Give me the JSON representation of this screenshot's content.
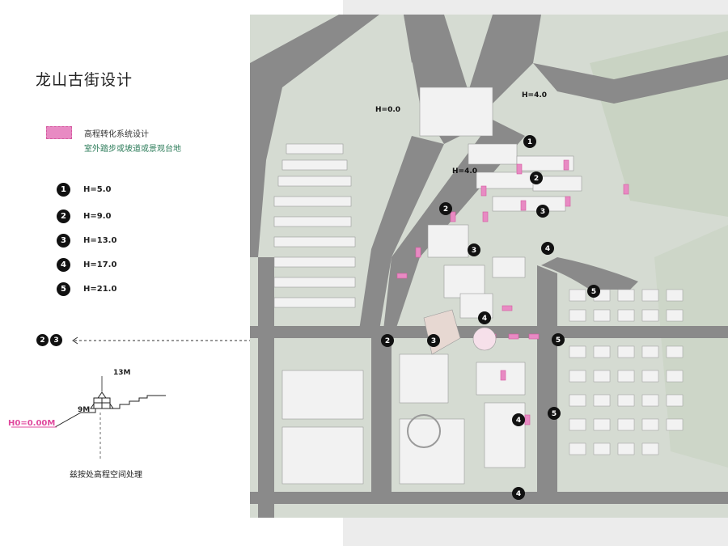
{
  "title": "龙山古街设计",
  "legend": {
    "swatch_color": "#e88ac3",
    "line1": "高程转化系统设计",
    "line2": "室外踏步或坡道或景观台地"
  },
  "heights": [
    {
      "num": "1",
      "label": "H=5.0"
    },
    {
      "num": "2",
      "label": "H=9.0"
    },
    {
      "num": "3",
      "label": "H=13.0"
    },
    {
      "num": "4",
      "label": "H=17.0"
    },
    {
      "num": "5",
      "label": "H=21.0"
    }
  ],
  "callout": {
    "a": "2",
    "b": "3"
  },
  "map_labels": {
    "h_left": "H=0.0",
    "h_right": "H=4.0",
    "h_center": "H=4.0"
  },
  "section": {
    "h13": "13M",
    "h9": "9M",
    "h0": "H0=0.00M",
    "caption": "兹按处高程空间处理"
  },
  "markers": [
    {
      "n": "1"
    },
    {
      "n": "2"
    },
    {
      "n": "2"
    },
    {
      "n": "3"
    },
    {
      "n": "3"
    },
    {
      "n": "4"
    },
    {
      "n": "4"
    },
    {
      "n": "5"
    },
    {
      "n": "2"
    },
    {
      "n": "3"
    },
    {
      "n": "5"
    },
    {
      "n": "5"
    },
    {
      "n": "4"
    },
    {
      "n": "4"
    }
  ]
}
